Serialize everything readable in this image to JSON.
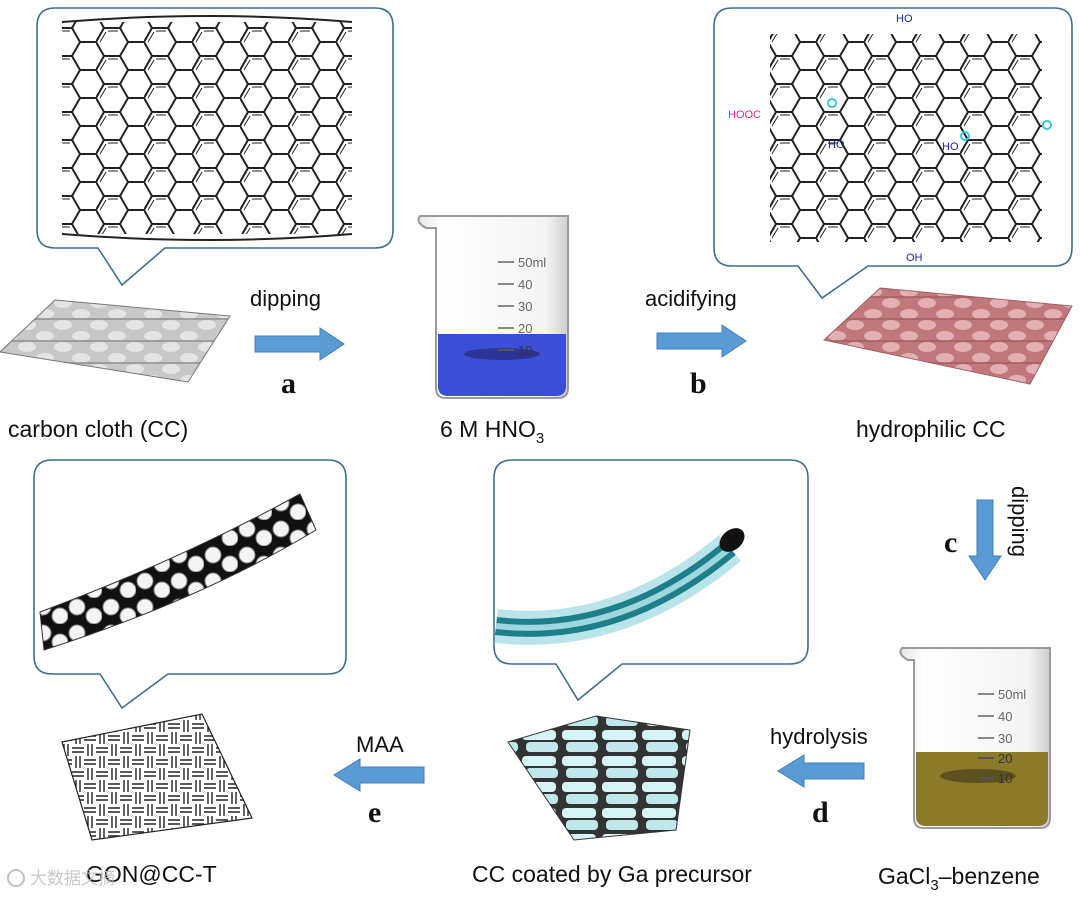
{
  "labels": {
    "carbon_cloth": "carbon cloth (CC)",
    "hno3_prefix": "6 M HNO",
    "hno3_sub": "3",
    "hydrophilic": "hydrophilic CC",
    "gacl3_prefix": "GaCl",
    "gacl3_sub": "3",
    "gacl3_suffix": "–benzene",
    "cc_coated": "CC coated by Ga precursor",
    "gon": "GON@CC-T"
  },
  "arrows": {
    "a": {
      "text": "dipping",
      "step": "a"
    },
    "b": {
      "text": "acidifying",
      "step": "b"
    },
    "c": {
      "text": "dipping",
      "step": "c"
    },
    "d": {
      "text": "hydrolysis",
      "step": "d"
    },
    "e": {
      "text": "MAA",
      "step": "e"
    }
  },
  "beaker_marks": [
    "50ml",
    "40",
    "30",
    "20",
    "10"
  ],
  "functional_groups": {
    "ho": "HO",
    "oh": "OH",
    "hooc": "HOOC"
  },
  "watermark": "大数据文摘",
  "colors": {
    "arrow": "#5b9bd5",
    "hno3_solution": "#3a4fd6",
    "gacl3_solution": "#8a7a2a",
    "hydrophilic_cloth": "#c9898c",
    "carbon_cloth": "#9a9a9a",
    "coated_cloth": "#cfeff2",
    "bubble_border": "#3e6f8f",
    "hooc": "#e0259a",
    "oh_blue": "#1a2aa0",
    "carbonyl": "#39c8e0"
  }
}
